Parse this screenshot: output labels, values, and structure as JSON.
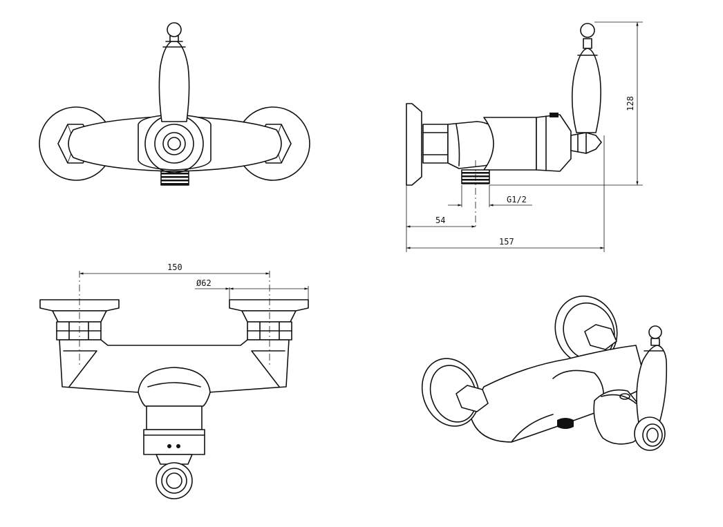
{
  "dimensions": {
    "height_total": "128",
    "thread": "G1/2",
    "outlet_offset": "54",
    "depth_total": "157",
    "centers": "150",
    "flange_diameter": "Ø62"
  },
  "views": [
    "front-view",
    "side-view",
    "top-view",
    "isometric-view"
  ]
}
